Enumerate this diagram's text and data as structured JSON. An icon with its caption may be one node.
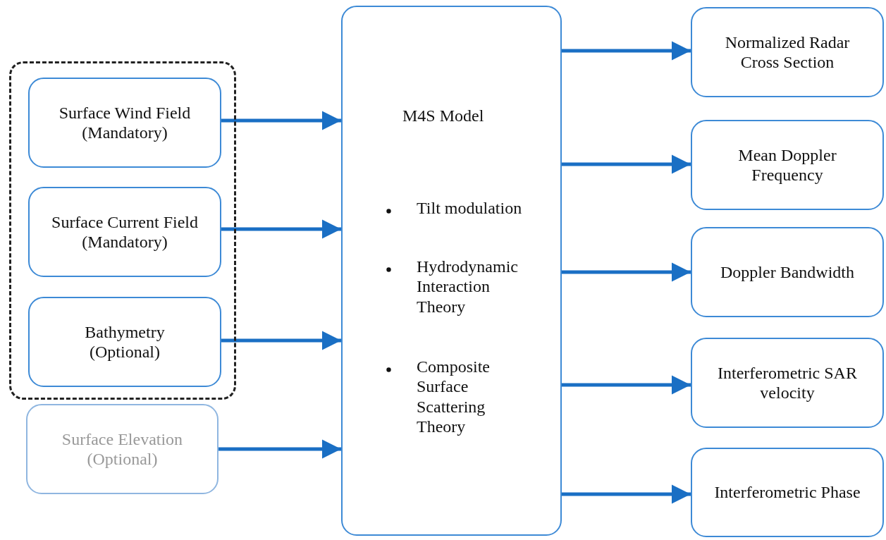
{
  "diagram": {
    "nodes": [
      {
        "text": [],
        "shape": "box"
      },
      {
        "text": [
          "Surface Wind Field (Mandatory)"
        ],
        "in": 0
      },
      {
        "text": [
          "Surface Current Field (Mandatory)"
        ],
        "in": 0
      },
      {
        "text": [
          "Bathymetry (Optional)"
        ],
        "in": 0
      },
      {
        "text": [
          "Surface Elevation (Optional)"
        ]
      },
      {
        "text": [
          "M4S Model",
          "Tilt modulation",
          "Hydrodynamic Interaction Theory",
          "Composite Surface Scattering Theory"
        ]
      },
      {
        "text": [
          "Normalized Radar Cross Section"
        ]
      },
      {
        "text": [
          "Mean Doppler Frequency"
        ]
      },
      {
        "text": [
          "Doppler Bandwidth"
        ]
      },
      {
        "text": [
          "Interferometric SAR velocity"
        ]
      },
      {
        "text": [
          "Interferometric Phase"
        ]
      }
    ],
    "edges": [
      {
        "from": 1,
        "to": 5,
        "arrow": "to"
      },
      {
        "from": 2,
        "to": 5,
        "arrow": "to"
      },
      {
        "from": 3,
        "to": 5,
        "arrow": "to"
      },
      {
        "from": 4,
        "to": 5,
        "arrow": "to"
      },
      {
        "from": 5,
        "to": 6,
        "arrow": "to"
      },
      {
        "from": 5,
        "to": 7,
        "arrow": "to"
      },
      {
        "from": 5,
        "to": 8,
        "arrow": "to"
      },
      {
        "from": 5,
        "to": 9,
        "arrow": "to"
      },
      {
        "from": 5,
        "to": 10,
        "arrow": "to"
      }
    ]
  }
}
